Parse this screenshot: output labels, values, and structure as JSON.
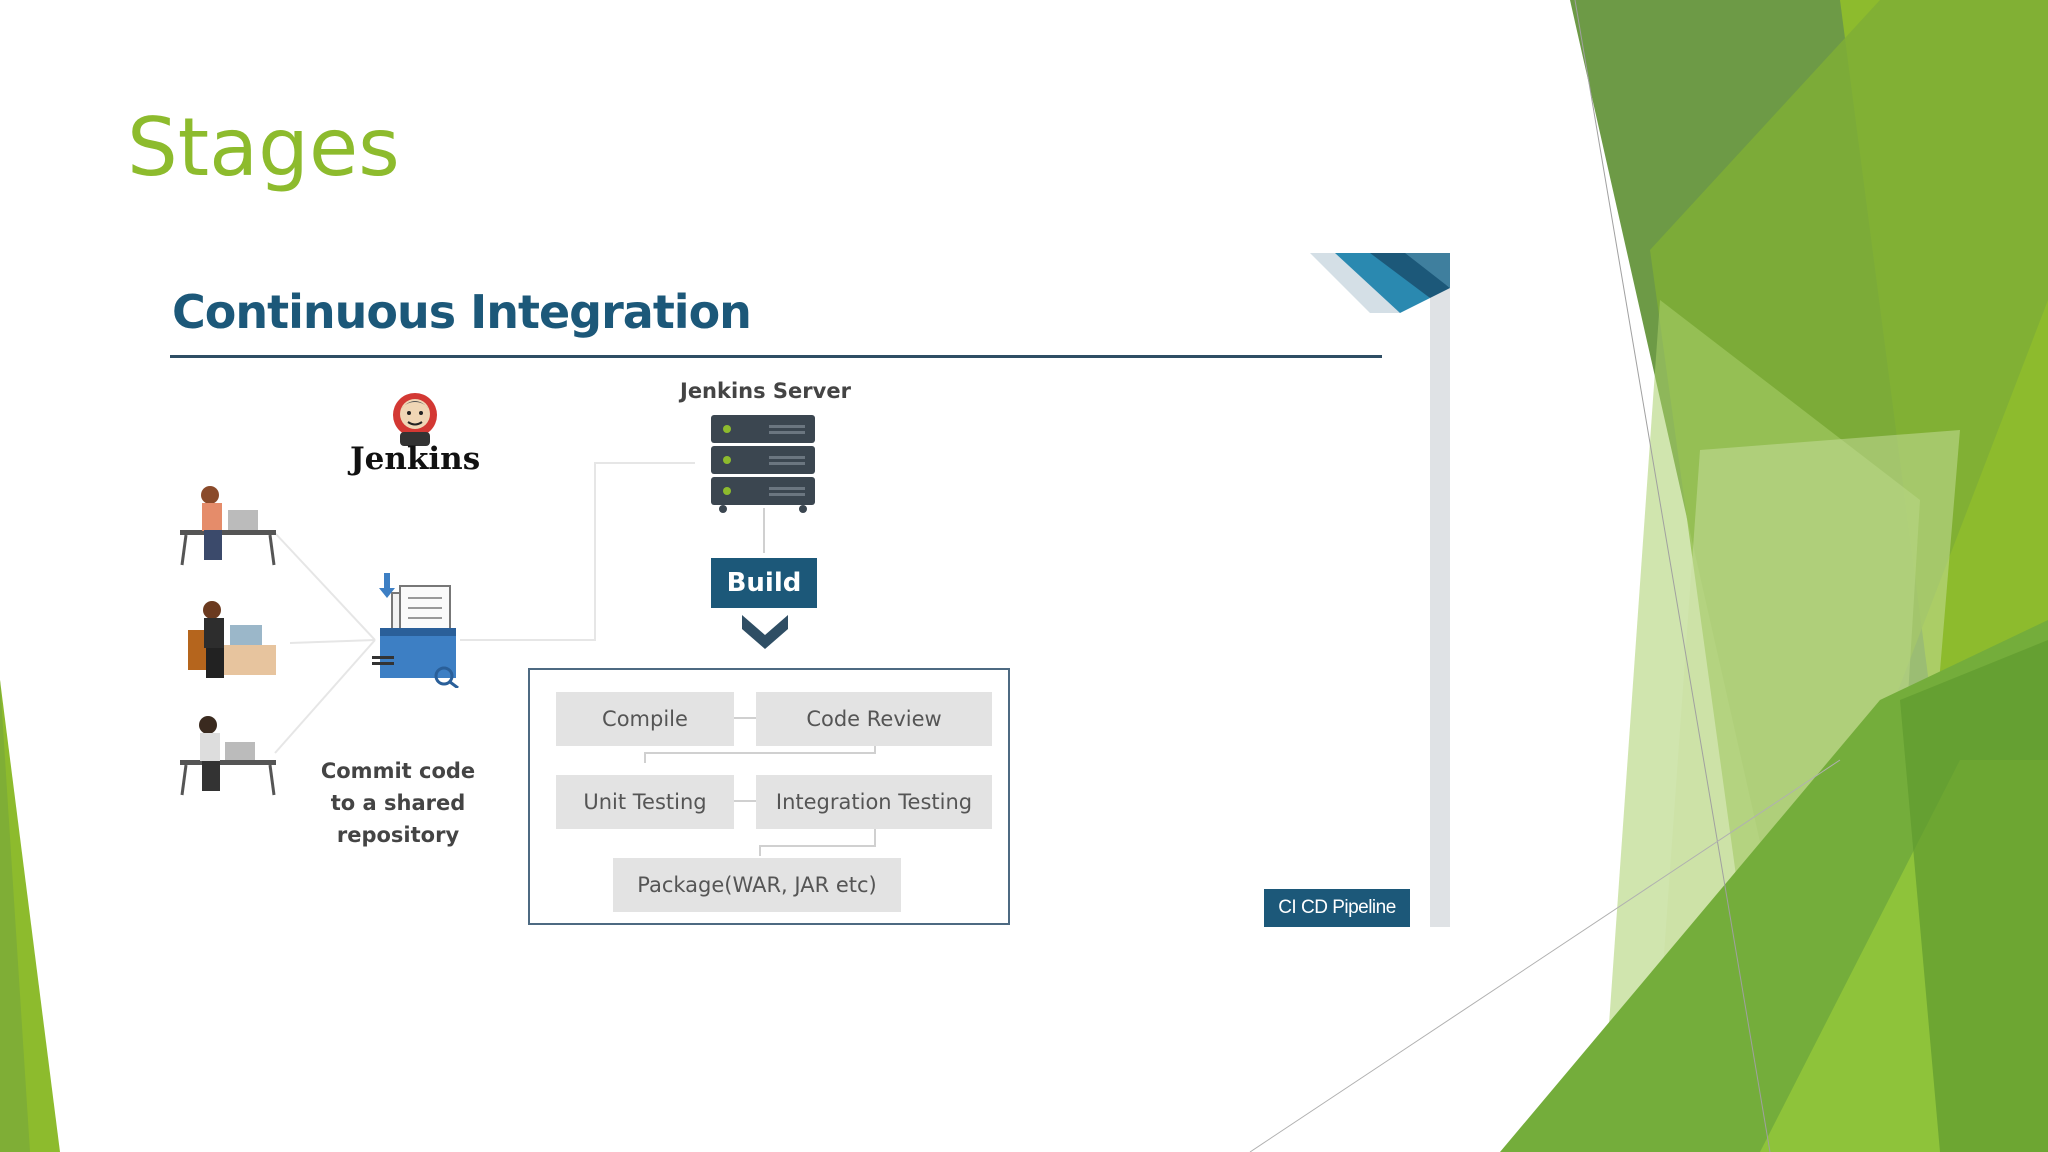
{
  "slide": {
    "title": "Stages",
    "accent_color": "#8dbb2d"
  },
  "figure": {
    "heading": "Continuous Integration",
    "jenkins_logo_text": "Jenkins",
    "server_label": "Jenkins Server",
    "build_label": "Build",
    "commit_text": [
      "Commit code",
      "to a shared",
      "repository"
    ],
    "stages": {
      "compile": "Compile",
      "code_review": "Code Review",
      "unit_testing": "Unit Testing",
      "integration_testing": "Integration Testing",
      "package": "Package(WAR, JAR etc)"
    },
    "badge": "CI CD Pipeline",
    "colors": {
      "primary": "#1c5879",
      "stage_fill": "#e3e3e3"
    }
  }
}
